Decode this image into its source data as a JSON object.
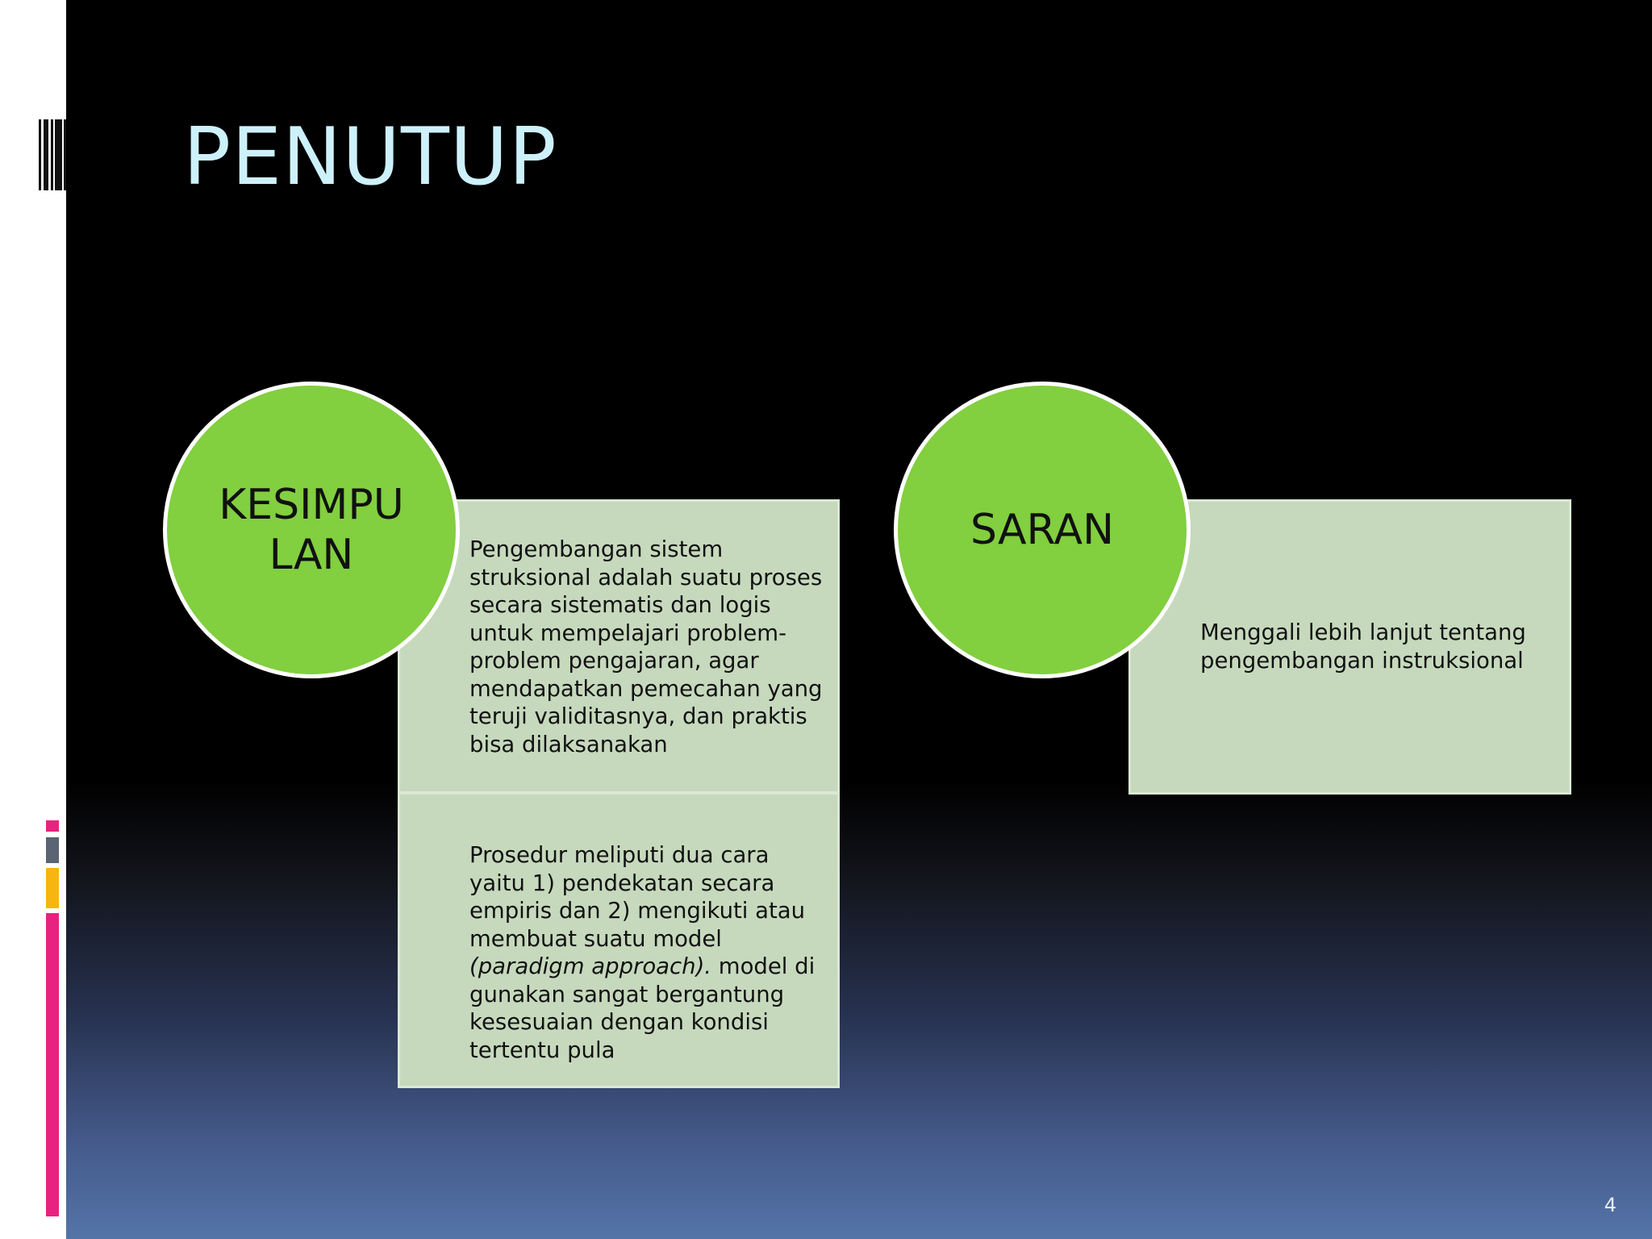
{
  "slide": {
    "title": "PENUTUP",
    "page_number": "4"
  },
  "kesimpulan": {
    "circle_label": "KESIMPU\nLAN",
    "box1_text": "Pengembangan sistem struksional adalah suatu proses secara sistematis dan logis untuk mempelajari problem-problem pengajaran, agar mendapatkan pemecahan yang teruji validitasnya, dan praktis bisa dilaksanakan",
    "box2_text_part1": "Prosedur meliputi dua cara yaitu 1) pendekatan secara empiris dan 2) mengikuti atau membuat suatu model ",
    "box2_text_italic": "(paradigm approach).",
    "box2_text_part2": " model di gunakan sangat bergantung kesesuaian dengan kondisi tertentu pula"
  },
  "saran": {
    "circle_label": "SARAN",
    "box_text": "Menggali lebih lanjut tentang pengembangan instruksional"
  },
  "colors": {
    "title": "#cdf1fb",
    "circle_fill": "#82cf40",
    "box_fill": "#c6d9bd",
    "accent_pink": "#e8237f",
    "accent_gray": "#5a6472",
    "accent_yellow": "#f6b60f"
  }
}
